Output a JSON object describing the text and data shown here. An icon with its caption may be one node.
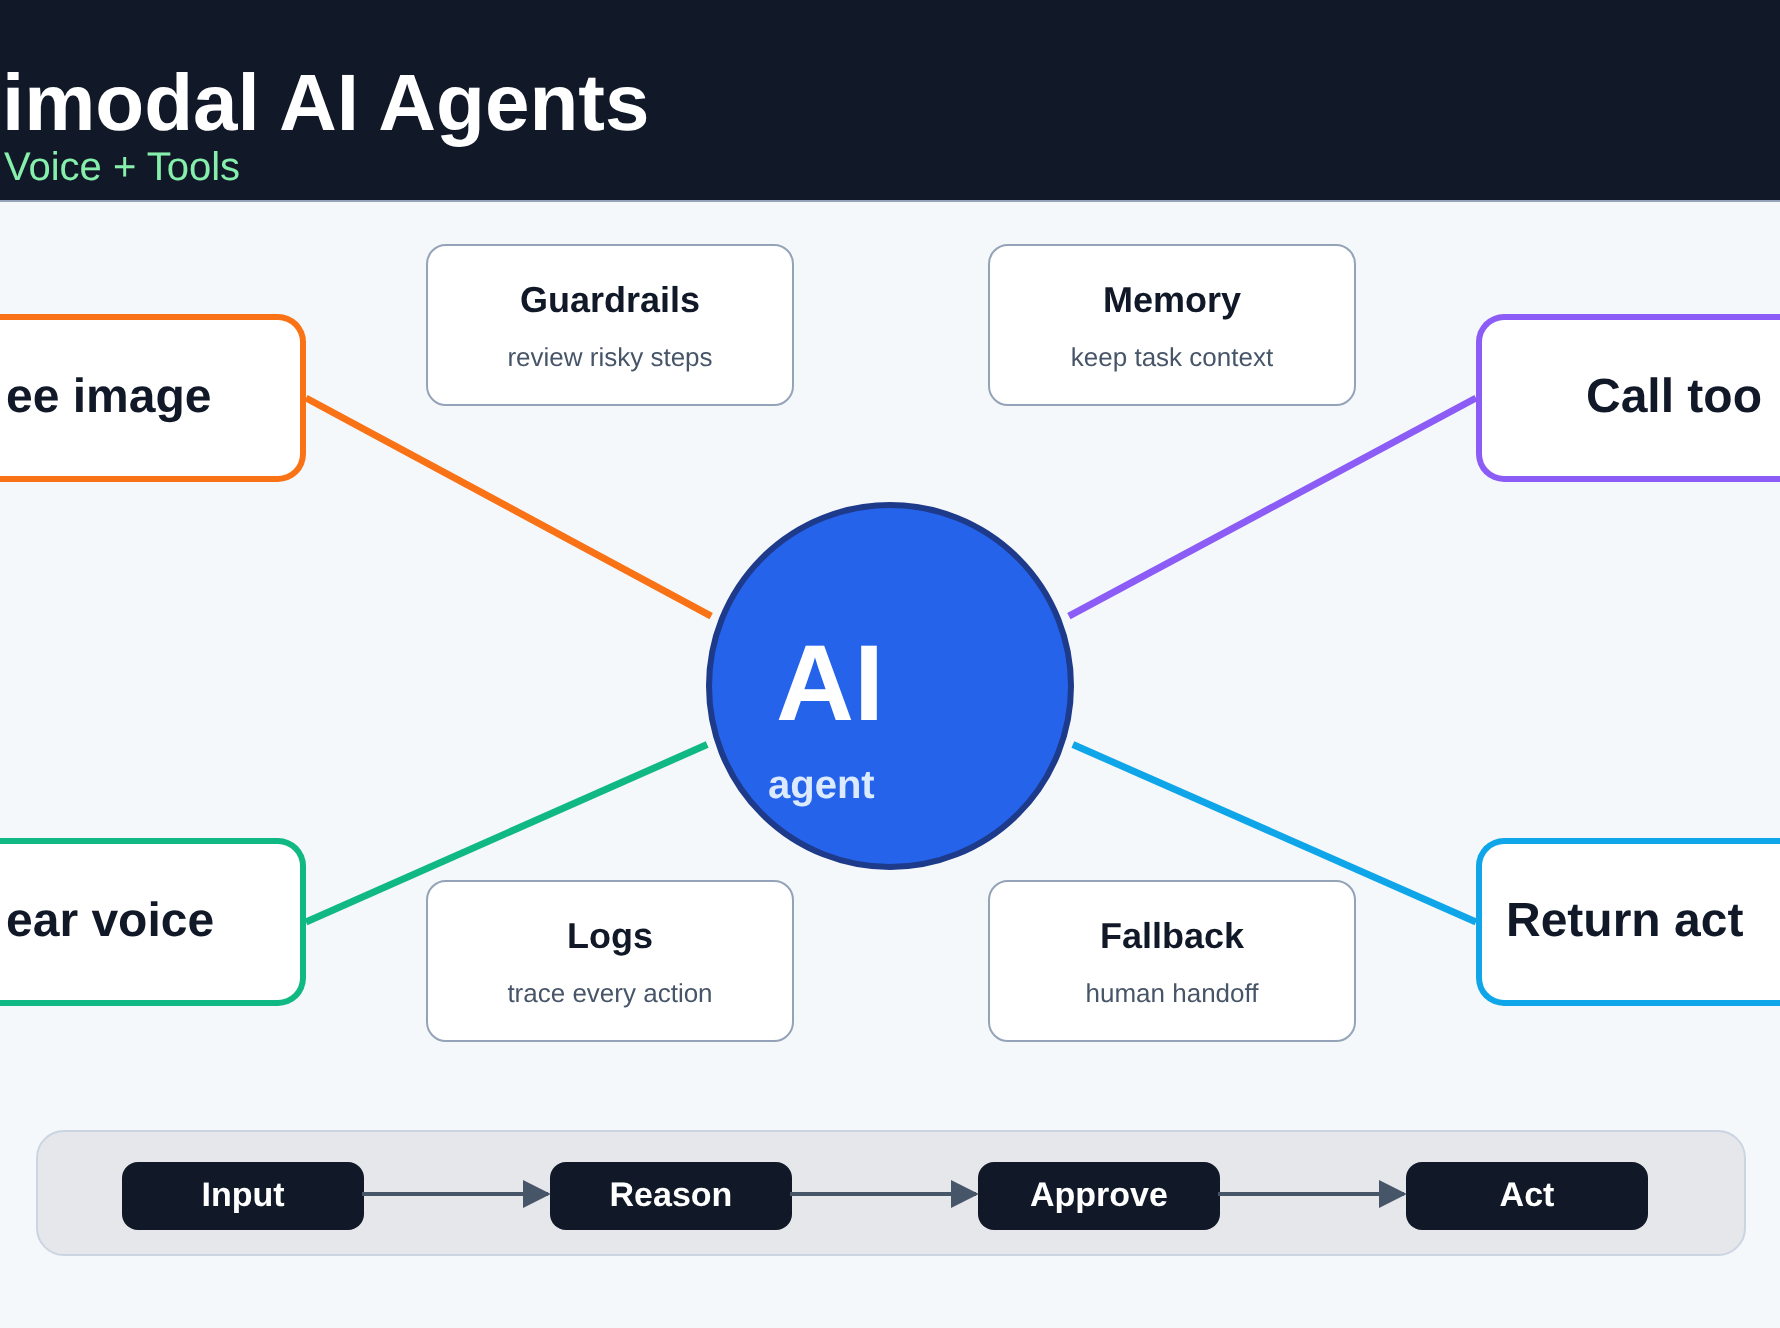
{
  "diagram": {
    "title": "imodal AI Agents",
    "nodes": [
      {
        "text": [
          "ee image"
        ]
      },
      {
        "text": [
          "Guardrails",
          "review risky steps"
        ]
      },
      {
        "text": [
          "Memory",
          "keep task context"
        ]
      },
      {
        "text": [
          "Call too"
        ]
      },
      {
        "text": [
          "AI",
          "agent"
        ]
      },
      {
        "text": [
          "ear voice"
        ]
      },
      {
        "text": [
          "Logs",
          "trace every action"
        ]
      },
      {
        "text": [
          "Fallback",
          "human handoff"
        ]
      },
      {
        "text": [
          "Return act"
        ]
      },
      {
        "text": [],
        "shape": "box"
      },
      {
        "text": [
          "Input"
        ],
        "in": 9
      },
      {
        "text": [
          "Reason"
        ],
        "in": 9
      },
      {
        "text": [
          "Approve"
        ],
        "in": 9
      },
      {
        "text": [
          "Act"
        ],
        "in": 9
      }
    ],
    "edges": [
      {
        "from": 0,
        "to": 4,
        "arrow": "none",
        "color": "#f97316"
      },
      {
        "from": 3,
        "to": 4,
        "arrow": "none",
        "color": "#8b5cf6"
      },
      {
        "from": 5,
        "to": 4,
        "arrow": "none",
        "color": "#10b981"
      },
      {
        "from": 8,
        "to": 4,
        "arrow": "none",
        "color": "#0ea5e9"
      },
      {
        "from": 10,
        "to": 11,
        "arrow": "to"
      },
      {
        "from": 11,
        "to": 12,
        "arrow": "to"
      },
      {
        "from": 12,
        "to": 13,
        "arrow": "to"
      }
    ],
    "labels": [
      "Voice + Tools"
    ]
  }
}
